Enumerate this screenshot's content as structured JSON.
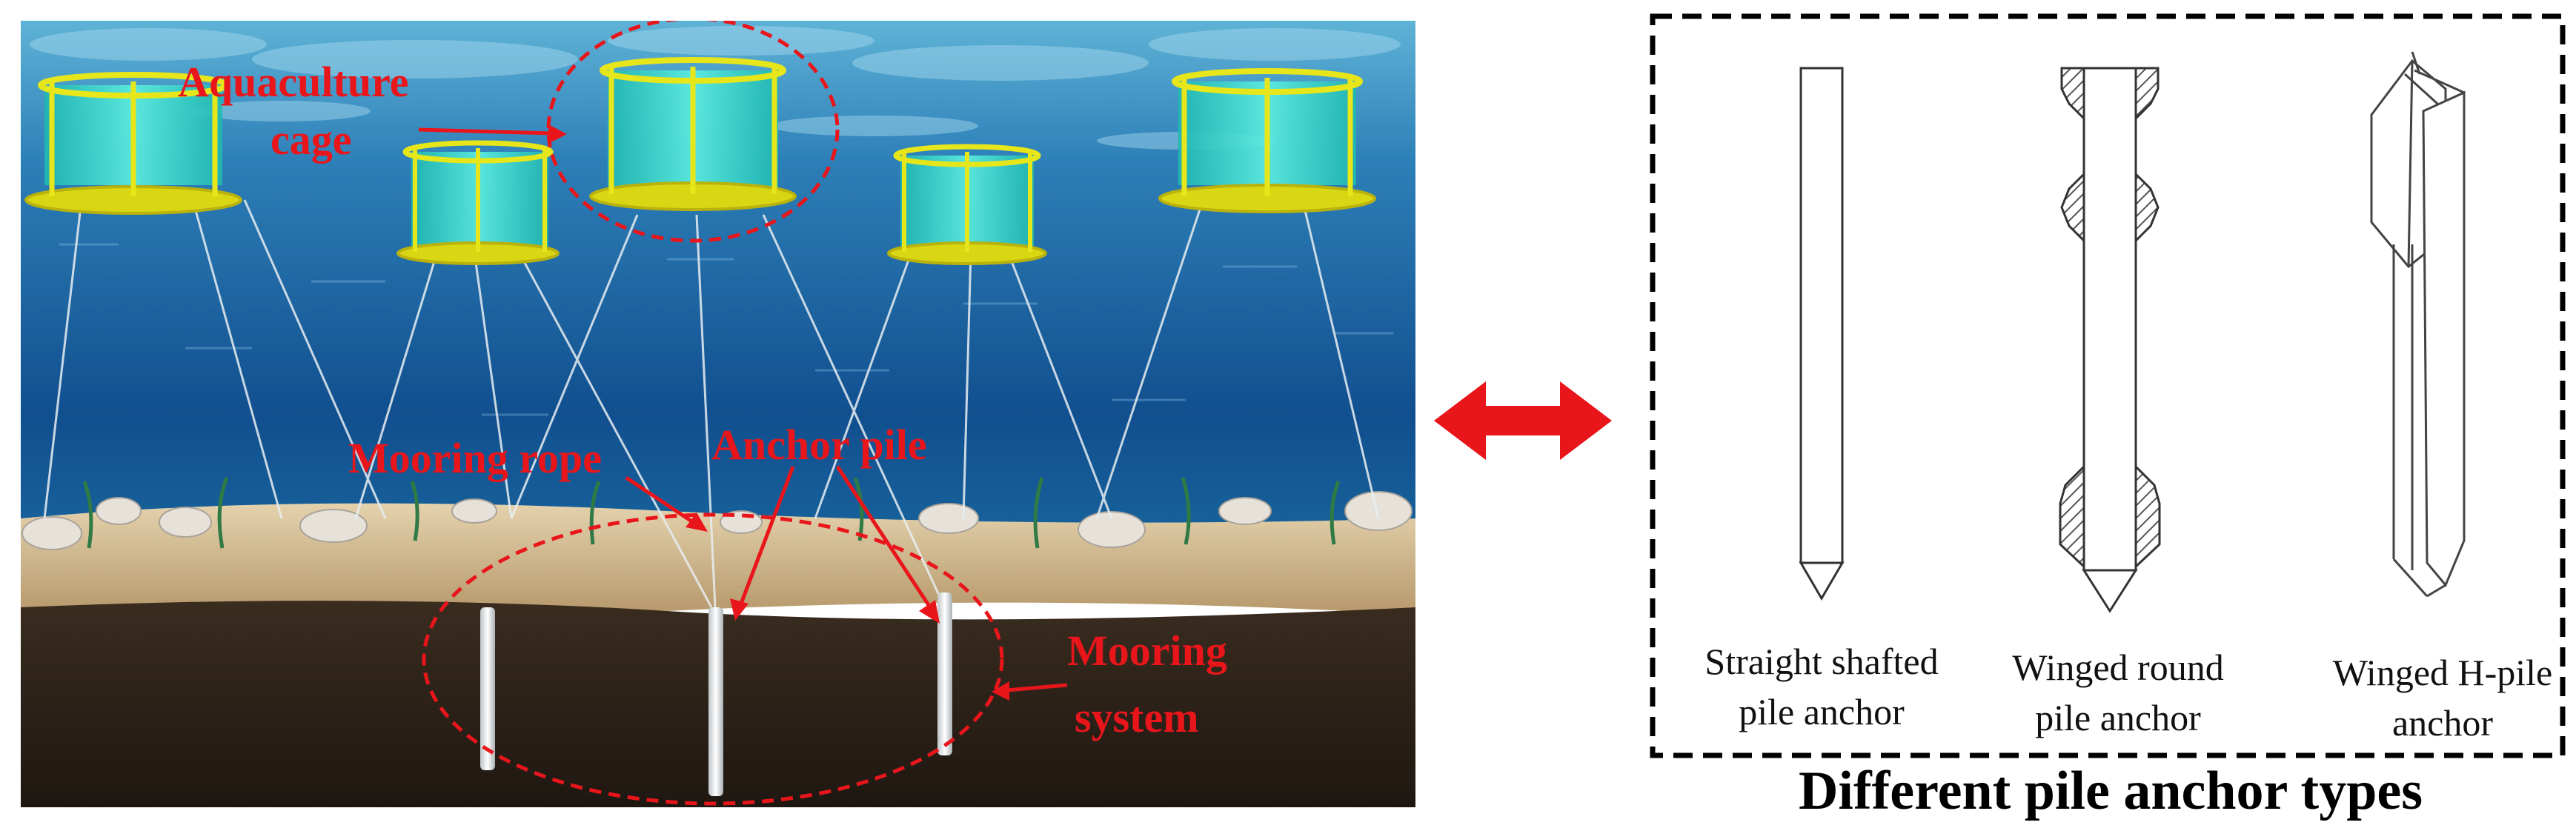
{
  "scene": {
    "labels": {
      "cage": [
        "Aquaculture",
        "cage"
      ],
      "rope": "Mooring rope",
      "pile": "Anchor pile",
      "system": [
        "Mooring",
        "system"
      ]
    }
  },
  "panel": {
    "anchors": [
      {
        "name": [
          "Straight shafted",
          "pile anchor"
        ]
      },
      {
        "name": [
          "Winged round",
          "pile anchor"
        ]
      },
      {
        "name": [
          "Winged H-pile",
          "anchor"
        ]
      }
    ],
    "caption": "Different pile anchor types"
  },
  "colors": {
    "annotation_red": "#e8161b",
    "cage_yellow": "#e6e61a",
    "cage_net": "#2fd6c8",
    "water_top": "#3a8fbe",
    "water_deep": "#0f4d8a",
    "sand": "#cbb187",
    "soil": "#2a2017"
  }
}
